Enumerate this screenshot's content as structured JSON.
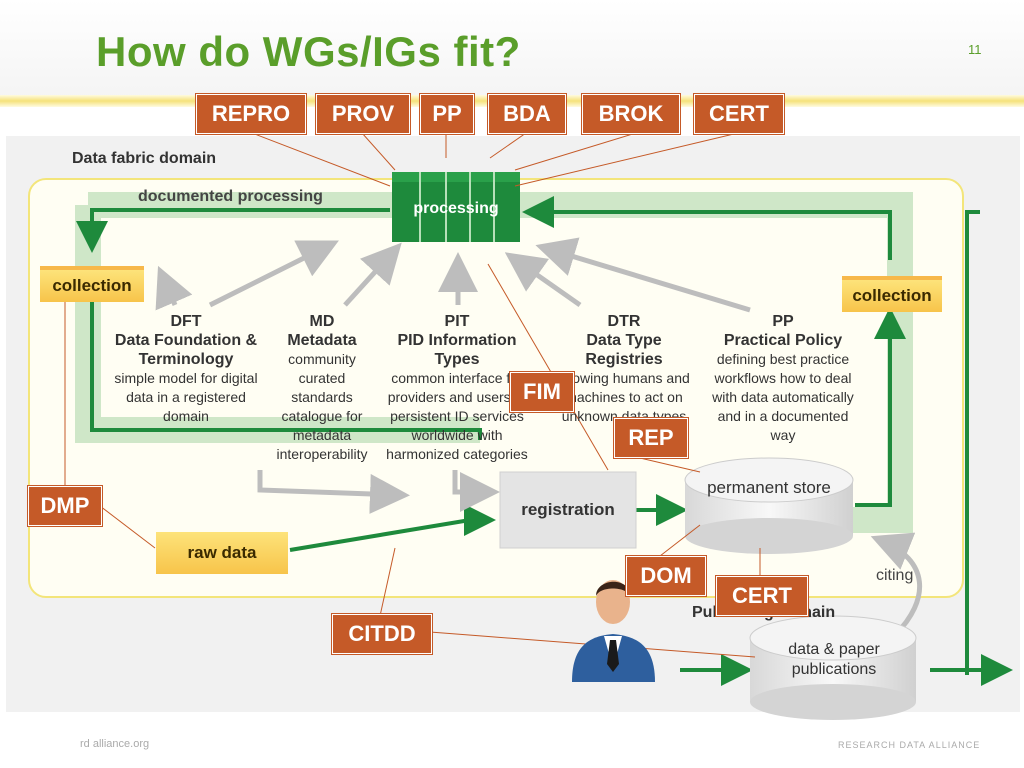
{
  "slide": {
    "title": "How do WGs/IGs fit?",
    "number": "11"
  },
  "top_tags": [
    "REPRO",
    "PROV",
    "PP",
    "BDA",
    "BROK",
    "CERT"
  ],
  "domains": {
    "fabric": "Data fabric domain",
    "publishing": "Publishing domain"
  },
  "flow": {
    "documented_processing": "documented processing",
    "processing": "processing",
    "collection_left": "collection",
    "collection_right": "collection",
    "raw_data": "raw data",
    "registration": "registration",
    "permanent_store": "permanent store",
    "publications": "data & paper publications",
    "citing": "citing"
  },
  "groups": [
    {
      "abbr": "DFT",
      "name": "Data Foundation & Terminology",
      "desc": "simple model for digital data in a registered domain"
    },
    {
      "abbr": "MD",
      "name": "Metadata",
      "desc": "community curated standards catalogue for metadata interoperability"
    },
    {
      "abbr": "PIT",
      "name": "PID Information Types",
      "desc": "common interface for providers and users of persistent ID services worldwide with harmonized categories"
    },
    {
      "abbr": "DTR",
      "name": "Data Type Registries",
      "desc": "allowing humans and machines to act on unknown data types"
    },
    {
      "abbr": "PP",
      "name": "Practical Policy",
      "desc": "defining best practice workflows how to deal with data automatically and in a documented way"
    }
  ],
  "callouts": {
    "fim": "FIM",
    "rep": "REP",
    "dmp": "DMP",
    "dom": "DOM",
    "cert": "CERT",
    "citdd": "CITDD"
  },
  "footer": {
    "left": "rd alliance.org",
    "right": "RESEARCH DATA ALLIANCE"
  },
  "colors": {
    "title_green": "#5a9e2a",
    "flow_green": "#1e8a3c",
    "tag_orange": "#c55a28",
    "band_green": "#cfe7c8"
  }
}
